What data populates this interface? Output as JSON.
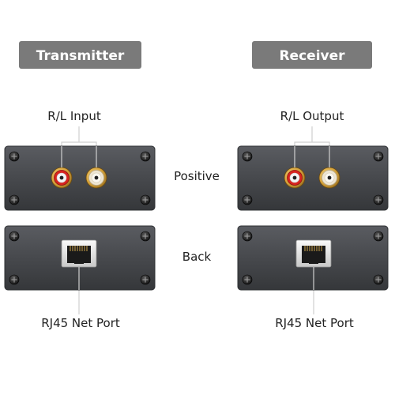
{
  "transmitter": {
    "title": "Transmitter",
    "input_label": "R/L Input",
    "port_label": "RJ45 Net Port"
  },
  "receiver": {
    "title": "Receiver",
    "output_label": "R/L Output",
    "port_label": "RJ45 Net Port"
  },
  "views": {
    "front": "Positive",
    "back": "Back"
  },
  "colors": {
    "header_bg": "#7a7a7a",
    "panel_bg": "#4a4c50",
    "panel_edge": "#2e3033",
    "rca_red": "#d8241f",
    "rca_white": "#efe6d2",
    "rca_gold": "#d7a43c",
    "leader_line": "#cfcfcf"
  }
}
